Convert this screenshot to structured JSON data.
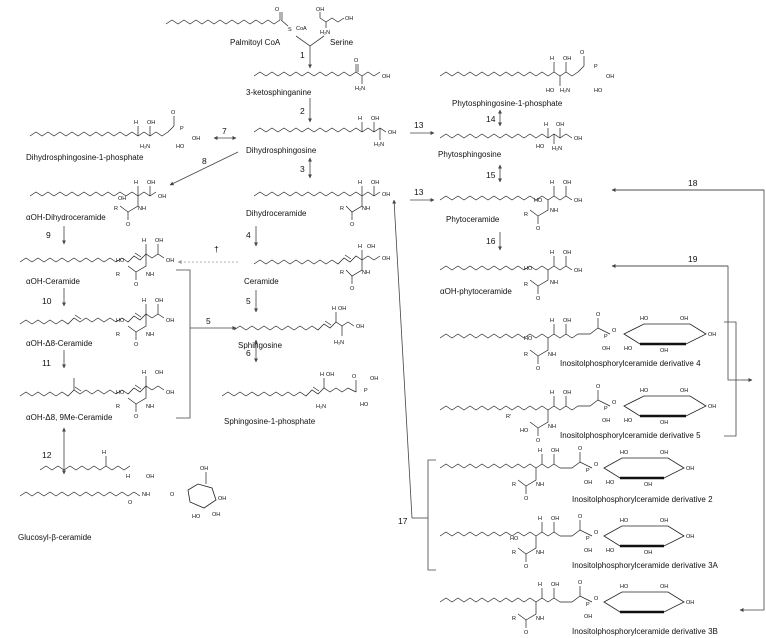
{
  "compounds": {
    "palmitoyl_coa": "Palmitoyl CoA",
    "serine": "Serine",
    "ketosphinganine": "3-ketosphinganine",
    "dihydrosphingosine": "Dihydrosphingosine",
    "dihydrosphingosine_1p": "Dihydrosphingosine-1-phosphate",
    "dihydroceramide": "Dihydroceramide",
    "aoh_dihydroceramide": "αOH-Dihydroceramide",
    "ceramide": "Ceramide",
    "aoh_ceramide": "αOH-Ceramide",
    "sphingosine": "Sphingosine",
    "sphingosine_1p": "Sphingosine-1-phosphate",
    "aoh_d8_ceramide": "αOH-Δ8-Ceramide",
    "aoh_d8_9me_ceramide": "αOH-Δ8, 9Me-Ceramide",
    "glucosyl_ceramide": "Glucosyl-β-ceramide",
    "phytosphingosine_1p": "Phytosphingosine-1-phosphate",
    "phytosphingosine": "Phytosphingosine",
    "phytoceramide": "Phytoceramide",
    "aoh_phytoceramide": "αOH-phytoceramide",
    "ipc4": "Inositolphosphorylceramide derivative 4",
    "ipc5": "Inositolphosphorylceramide derivative 5",
    "ipc2": "Inositolphosphorylceramide derivative 2",
    "ipc3a": "Inositolphosphorylceramide derivative 3A",
    "ipc3b": "Inositolphosphorylceramide derivative 3B"
  },
  "steps": {
    "s1": "1",
    "s2": "2",
    "s3": "3",
    "s4": "4",
    "s5a": "5",
    "s5b": "5",
    "s6": "6",
    "s7": "7",
    "s8": "8",
    "s9": "9",
    "s10": "10",
    "s11": "11",
    "s12": "12",
    "s13a": "13",
    "s13b": "13",
    "s14": "14",
    "s15": "15",
    "s16": "16",
    "s17": "17",
    "s18": "18",
    "s19": "19",
    "dagger": "†"
  },
  "atoms": {
    "coa": "CoA",
    "s": "S",
    "o": "O",
    "oh": "OH",
    "ho": "HO",
    "h": "H",
    "h2n": "H₂N",
    "nh": "NH",
    "p": "P",
    "r": "R",
    "rprime": "R'"
  }
}
